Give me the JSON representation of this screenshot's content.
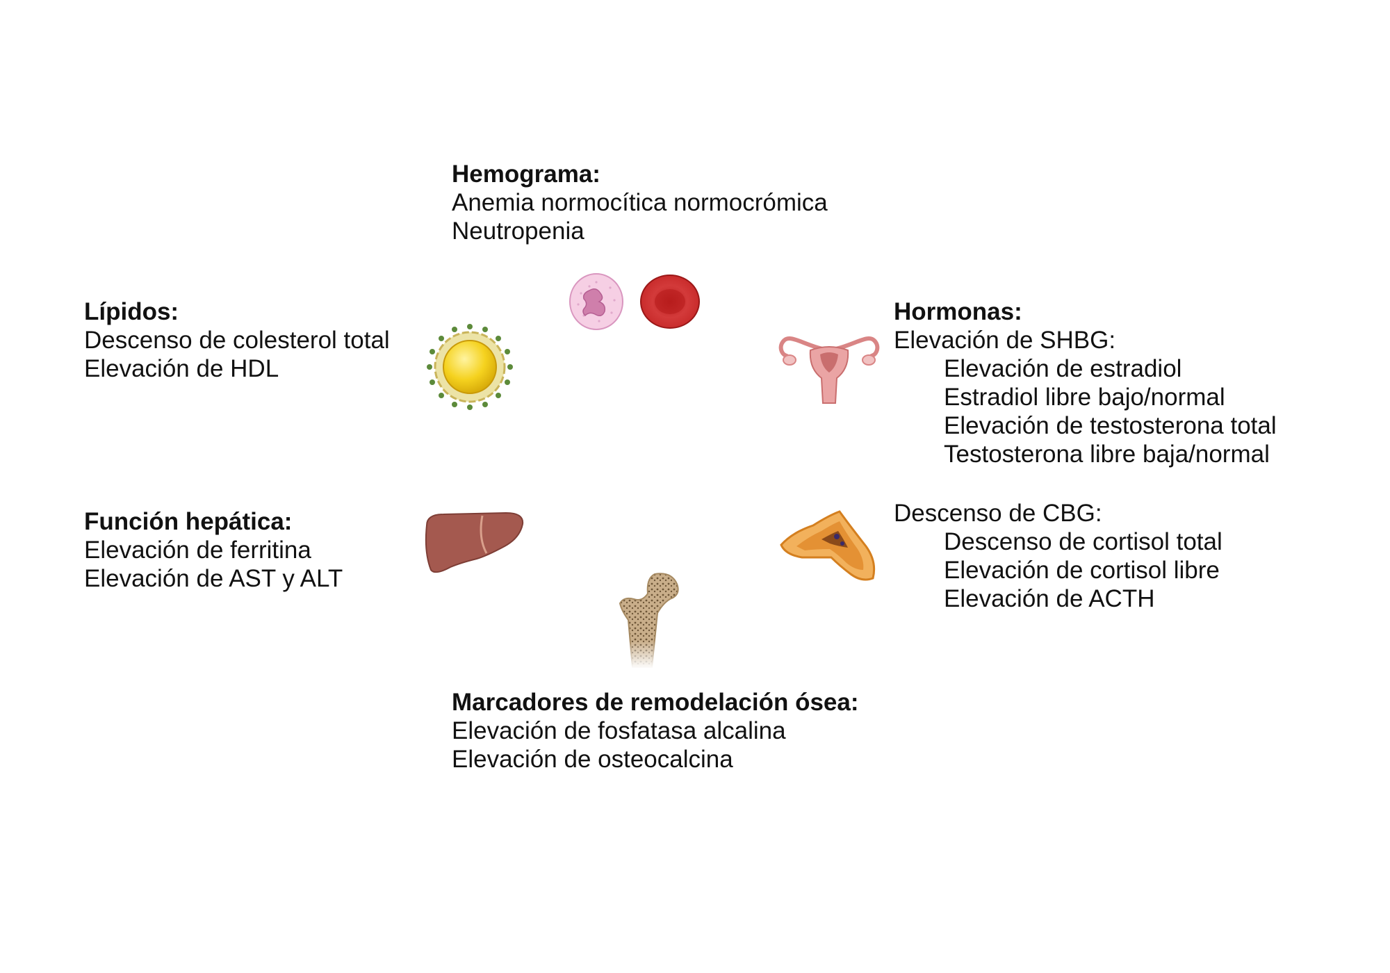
{
  "hemogram": {
    "title": "Hemograma:",
    "lines": [
      "Anemia normocítica normocrómica",
      "Neutropenia"
    ]
  },
  "lipids": {
    "title": "Lípidos:",
    "lines": [
      "Descenso de colesterol total",
      "Elevación de HDL"
    ]
  },
  "hormones": {
    "title": "Hormonas:",
    "shbg": {
      "label": "Elevación de SHBG:",
      "items": [
        "Elevación de estradiol",
        "Estradiol libre bajo/normal",
        "Elevación de testosterona total",
        "Testosterona libre baja/normal"
      ]
    },
    "cbg": {
      "label": "Descenso de CBG:",
      "items": [
        "Descenso de cortisol total",
        "Elevación de cortisol libre",
        "Elevación de ACTH"
      ]
    }
  },
  "liver_function": {
    "title": "Función hepática:",
    "lines": [
      "Elevación de ferritina",
      "Elevación de AST y ALT"
    ]
  },
  "bone_markers": {
    "title": "Marcadores de remodelación ósea:",
    "lines": [
      "Elevación de fosfatasa alcalina",
      "Elevación de osteocalcina"
    ]
  },
  "icons": {
    "neutrophil": "neutrophil-icon",
    "erythrocyte": "erythrocyte-icon",
    "lipoprotein": "lipoprotein-icon",
    "uterus": "uterus-icon",
    "liver": "liver-icon",
    "adrenal": "adrenal-gland-icon",
    "femur": "femur-icon"
  },
  "colors": {
    "text": "#111111",
    "erythrocyte": "#c62828",
    "neutrophil": "#f3c1dd",
    "lipid_core": "#f5d21f",
    "liver": "#a4594f",
    "uterus": "#e59a9a",
    "adrenal": "#e79a3c",
    "bone": "#c9ae8a"
  }
}
